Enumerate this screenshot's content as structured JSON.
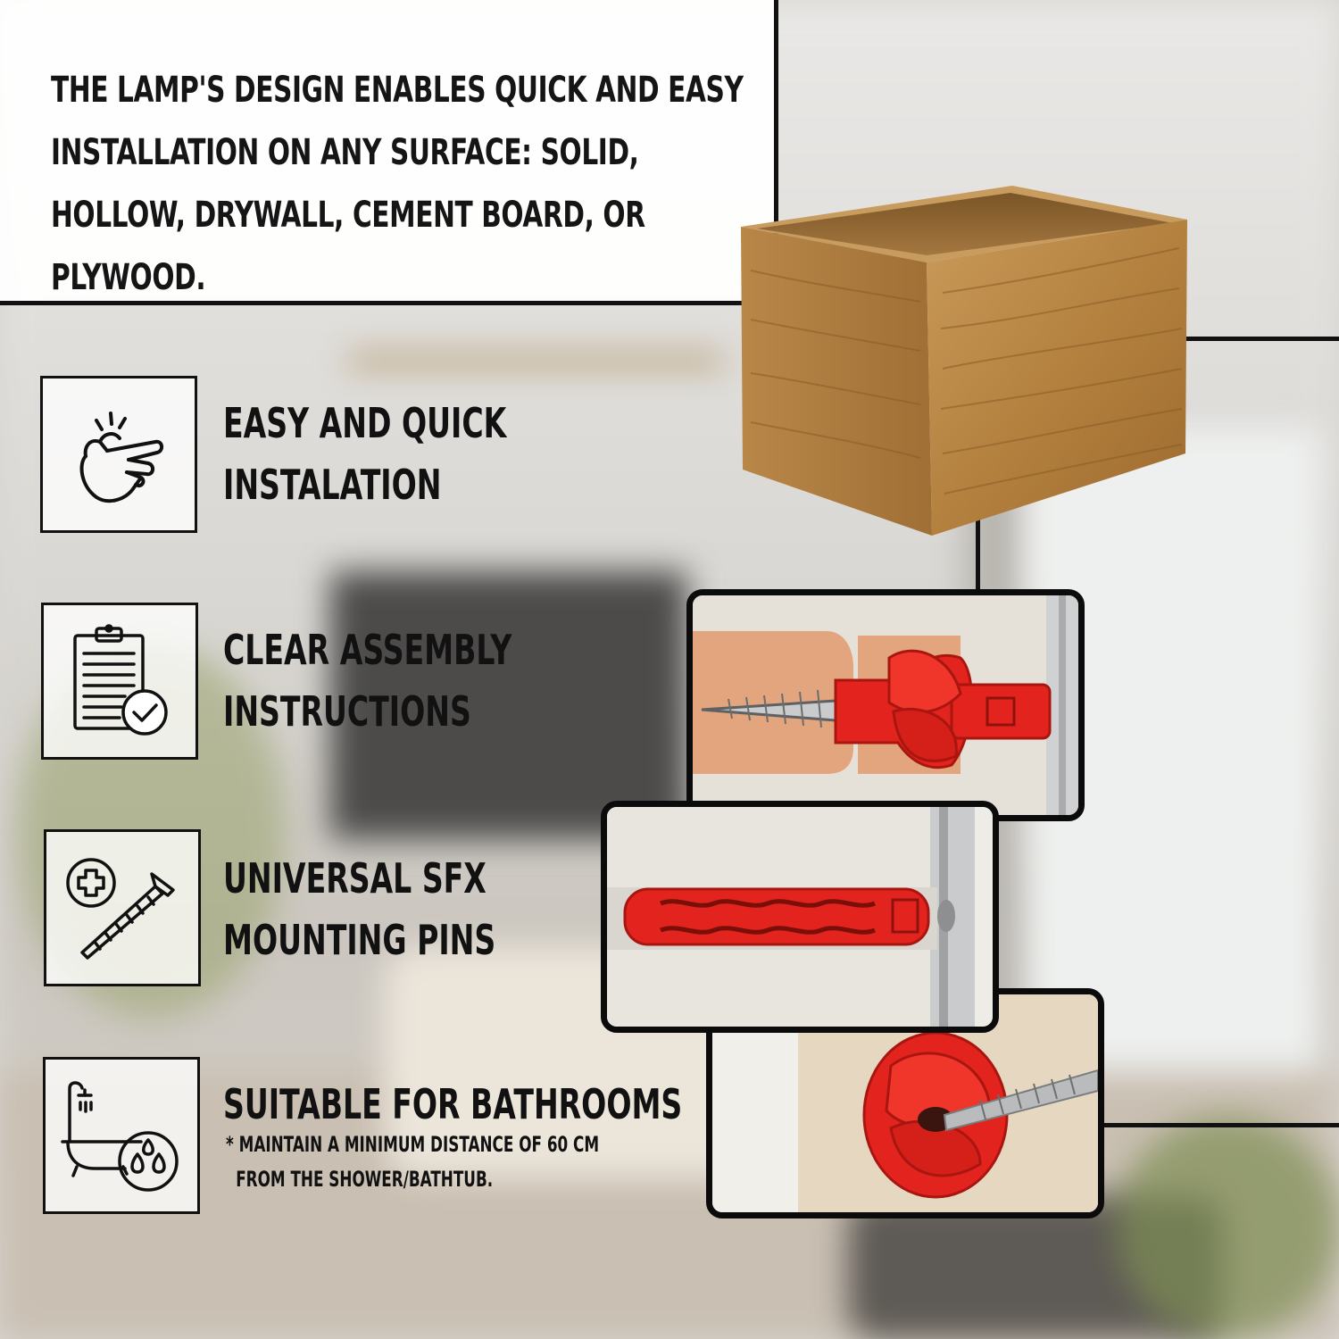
{
  "header": {
    "text": "THE LAMP'S DESIGN ENABLES QUICK AND EASY INSTALLATION ON ANY SURFACE: SOLID, HOLLOW, DRYWALL, CEMENT BOARD, OR PLYWOOD."
  },
  "features": [
    {
      "icon": "finger-snap-icon",
      "line1": "EASY AND QUICK",
      "line2": "INSTALATION"
    },
    {
      "icon": "clipboard-check-icon",
      "line1": "CLEAR ASSEMBLY",
      "line2": "INSTRUCTIONS"
    },
    {
      "icon": "screw-icon",
      "line1": "UNIVERSAL SFX",
      "line2": "MOUNTING PINS"
    },
    {
      "icon": "bathtub-water-icon",
      "line1": "SUITABLE FOR BATHROOMS",
      "note1": "* MAINTAIN A MINIMUM DISTANCE OF 60 CM",
      "note2": "FROM THE SHOWER/BATHTUB."
    }
  ],
  "images": {
    "product": "wooden-box-lamp",
    "photo1": "red-anchor-expanded-in-hollow-wall",
    "photo2": "red-anchor-in-solid-wall",
    "photo3": "red-anchor-knotted-behind-board"
  },
  "colors": {
    "anchor_red": "#e2231e",
    "wood": "#b98a4e",
    "line": "#111111"
  }
}
